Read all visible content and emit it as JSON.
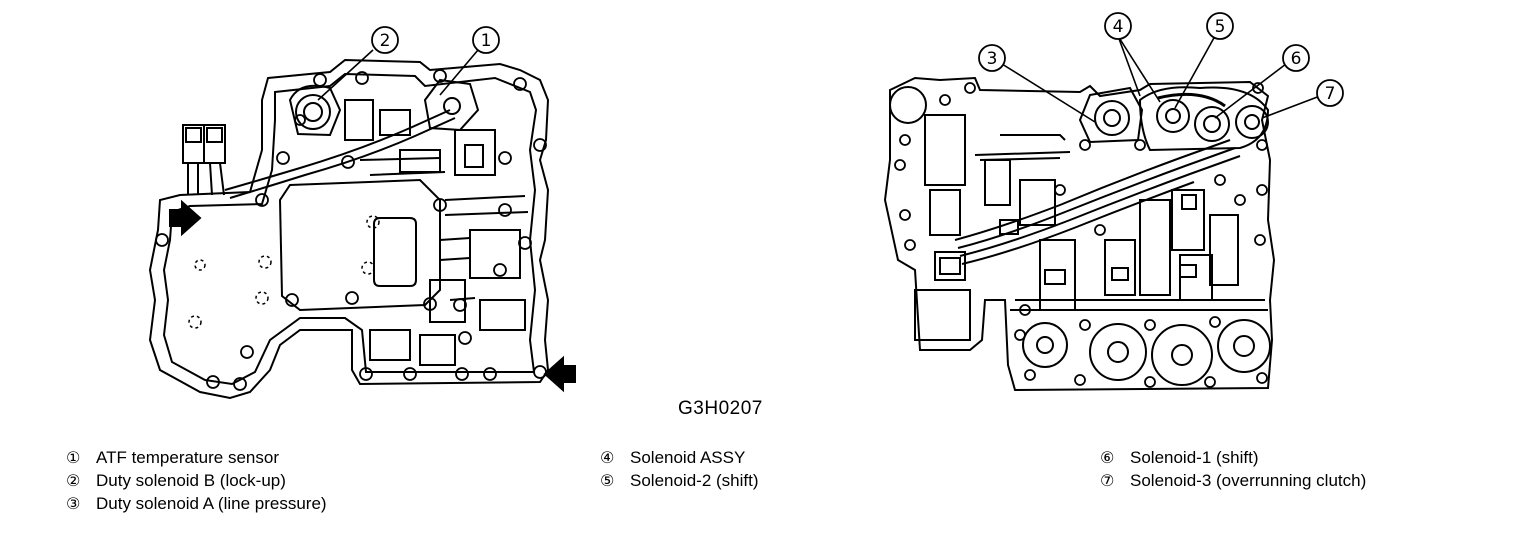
{
  "figure_code": "G3H0207",
  "callout_numbers": [
    "1",
    "2",
    "3",
    "4",
    "5",
    "6",
    "7"
  ],
  "legend": {
    "col1": [
      {
        "num": "①",
        "label": "ATF temperature sensor"
      },
      {
        "num": "②",
        "label": "Duty solenoid B (lock-up)"
      },
      {
        "num": "③",
        "label": "Duty solenoid A (line pressure)"
      }
    ],
    "col2": [
      {
        "num": "④",
        "label": "Solenoid ASSY"
      },
      {
        "num": "⑤",
        "label": "Solenoid-2 (shift)"
      }
    ],
    "col3": [
      {
        "num": "⑥",
        "label": "Solenoid-1 (shift)"
      },
      {
        "num": "⑦",
        "label": "Solenoid-3 (overrunning clutch)"
      }
    ]
  }
}
